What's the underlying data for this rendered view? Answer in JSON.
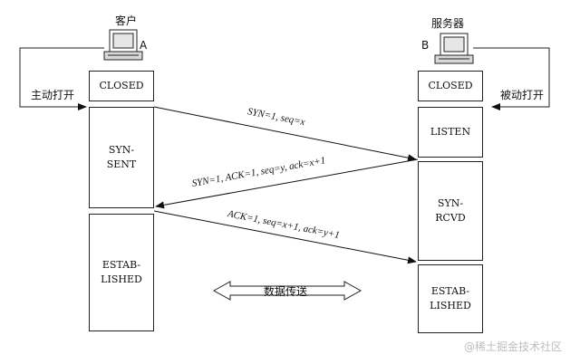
{
  "client": {
    "title": "客户",
    "letter": "A",
    "action": "主动打开",
    "states": [
      "CLOSED",
      "SYN-\nSENT",
      "ESTAB-\nLISHED"
    ]
  },
  "server": {
    "title": "服务器",
    "letter": "B",
    "action": "被动打开",
    "states": [
      "CLOSED",
      "LISTEN",
      "SYN-\nRCVD",
      "ESTAB-\nLISHED"
    ]
  },
  "messages": [
    "SYN=1, seq=x",
    "SYN=1, ACK=1, seq=y, ack=x+1",
    "ACK=1, seq=x+1, ack=y+1"
  ],
  "data_transfer": "数据传送",
  "watermark": "@稀土掘金技术社区"
}
